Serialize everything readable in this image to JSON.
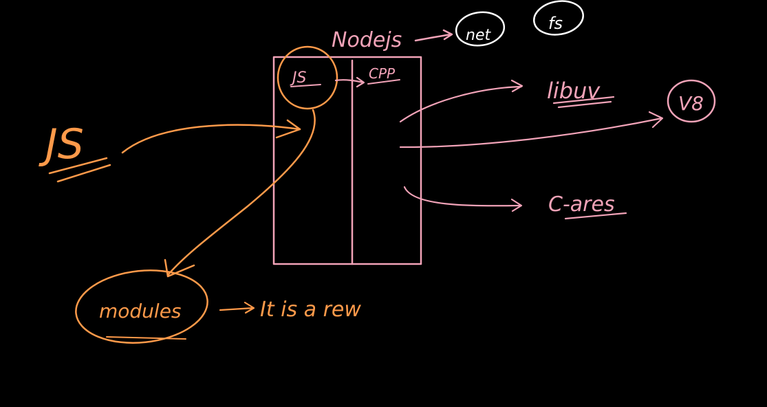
{
  "diagram": {
    "colors": {
      "background": "#000000",
      "pink": "#f2a3b8",
      "orange": "#ff9a4a",
      "white": "#ffffff"
    },
    "labels": {
      "nodejs": "Nodejs",
      "net": "net",
      "fs": "fs",
      "js_box": "JS",
      "cpp_box": "CPP",
      "libuv": "libuv",
      "v8": "V8",
      "c_ares": "C-ares",
      "js_left": "JS",
      "modules": "modules",
      "note": "It is a rew"
    }
  }
}
